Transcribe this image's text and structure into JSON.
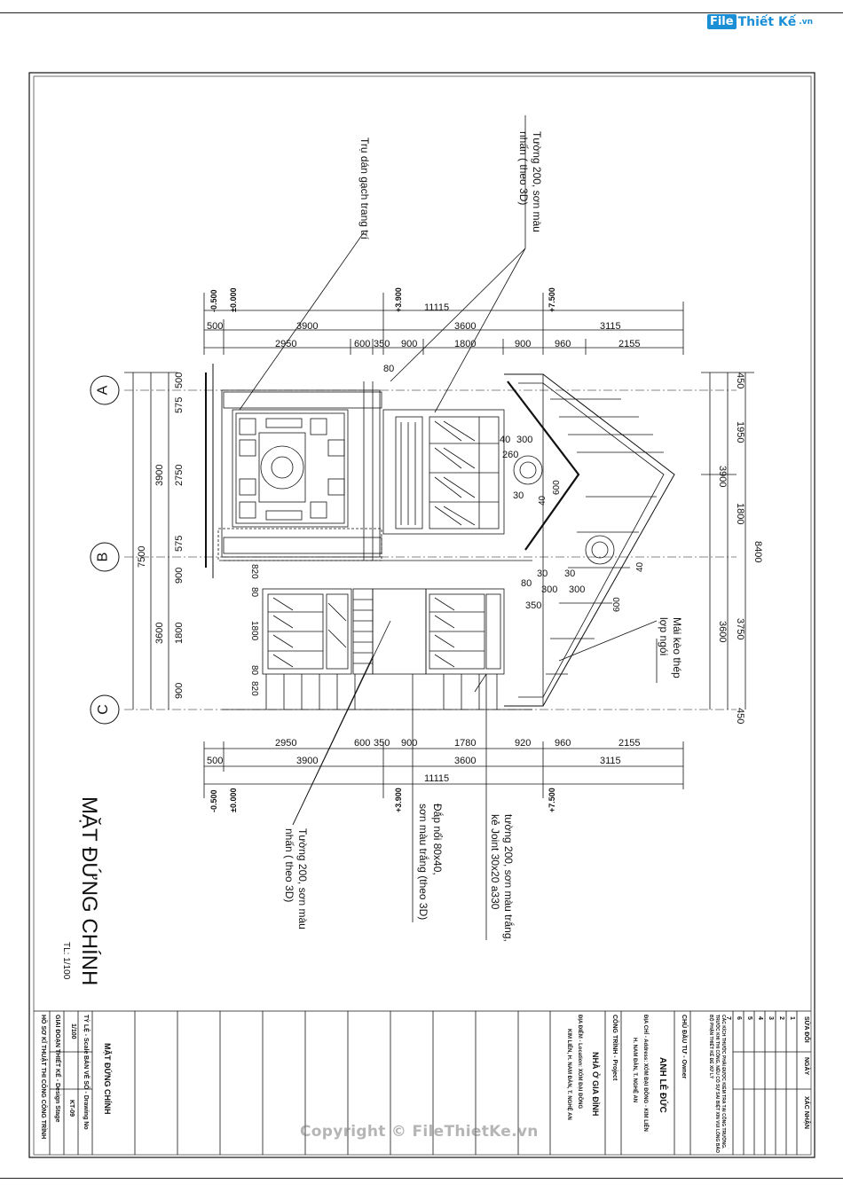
{
  "brand": {
    "tile": "File",
    "name": "Thiết Kế",
    "suffix": ".vn"
  },
  "watermark": "Copyright © FileThietKe.vn",
  "drawing": {
    "title": "MẶT ĐỨNG CHÍNH",
    "scale": "TL: 1/100",
    "grid": [
      "A",
      "B",
      "C"
    ],
    "labels": {
      "tru": "Trụ dán gạch trang trí",
      "tuong_top_1": "Tường 200, sơn màu",
      "tuong_top_2": "nhấn ( theo 3D)",
      "mai_1": "Mái kèo thép",
      "mai_2": "lợp ngói",
      "tuong_bot_1": "Tường 200, sơn màu",
      "tuong_bot_2": "nhấn ( theo 3D)",
      "dap_1": "Đắp nổi 80x40,",
      "dap_2": "sơn màu trắng (theo 3D)",
      "tuongw_1": "tường 200, sơn màu trắng,",
      "tuongw_2": "kẻ Joint 30x20 a330"
    },
    "levels": [
      "-0.500",
      "±0.000",
      "+3.900",
      "+7.500"
    ],
    "dims_total": "11115",
    "dims_row1": [
      "500",
      "3900",
      "3600",
      "3115"
    ],
    "dims_row2_top": [
      "2950",
      "600",
      "350",
      "900",
      "1800",
      "900",
      "960",
      "2155"
    ],
    "dims_row2_bot": [
      "2950",
      "600",
      "350",
      "900",
      "1780",
      "920",
      "960",
      "2155"
    ],
    "dims_left_a": [
      "500",
      "575",
      "2750",
      "575",
      "900",
      "1800",
      "900"
    ],
    "dims_left_b": [
      "3900",
      "3600"
    ],
    "dims_left_total": "7500",
    "dims_right_a": [
      "450",
      "1950",
      "1800",
      "3750",
      "450"
    ],
    "dims_right_b": [
      "3900",
      "3600"
    ],
    "dims_right_total": "8400",
    "inner_dims": [
      "80",
      "40",
      "300",
      "260",
      "30",
      "600",
      "40",
      "820",
      "80",
      "1800",
      "80",
      "820",
      "80",
      "30",
      "30",
      "300",
      "300",
      "350",
      "40",
      "600"
    ]
  },
  "title_block": {
    "rev_header": [
      "SỬA ĐỔI",
      "NGÀY",
      "XÁC NHẬN"
    ],
    "rev_nums": [
      "1",
      "2",
      "3",
      "4",
      "5",
      "6",
      "7"
    ],
    "note": "CÁC KÍCH THƯỚC PHẢI ĐƯỢC KIỂM TRA TẠI CÔNG TRƯỜNG. TRƯỚC KHI THI CÔNG, NẾU CÓ SỰ SAI BIỆT XIN VUI LÒNG BÁO BỘ PHẬN THIẾT KẾ ĐỂ XỬ LÝ",
    "owner_label": "CHỦ ĐẦU TƯ - Owner",
    "owner": "ANH LÊ ĐỨC",
    "address_label": "ĐỊA CHỈ - Address: XÓM ĐẠI ĐỒNG - KIM LIÊN",
    "address_2": "H. NAM ĐÀN, T. NGHỆ AN",
    "project_label": "CÔNG TRÌNH - Project",
    "project": "NHÀ Ở GIA ĐÌNH",
    "location_label": "ĐỊA ĐIỂM - Location: XÓM ĐẠI ĐỒNG",
    "location_2": "KIM LIÊN, H. NAM ĐÀN, T. NGHỆ AN",
    "sheet_title": "MẶT ĐỨNG CHÍNH",
    "scale_label": "TỶ LỆ - Scale",
    "scale": "1/100",
    "drawing_no_label": "BẢN VẼ SỐ - Drawing No",
    "drawing_no": "KT-09",
    "stage_label": "GIAI ĐOẠN THIẾT KẾ - Design Stage",
    "stage": "HỒ SƠ KĨ THUẬT THI CÔNG CÔNG TRÌNH"
  }
}
